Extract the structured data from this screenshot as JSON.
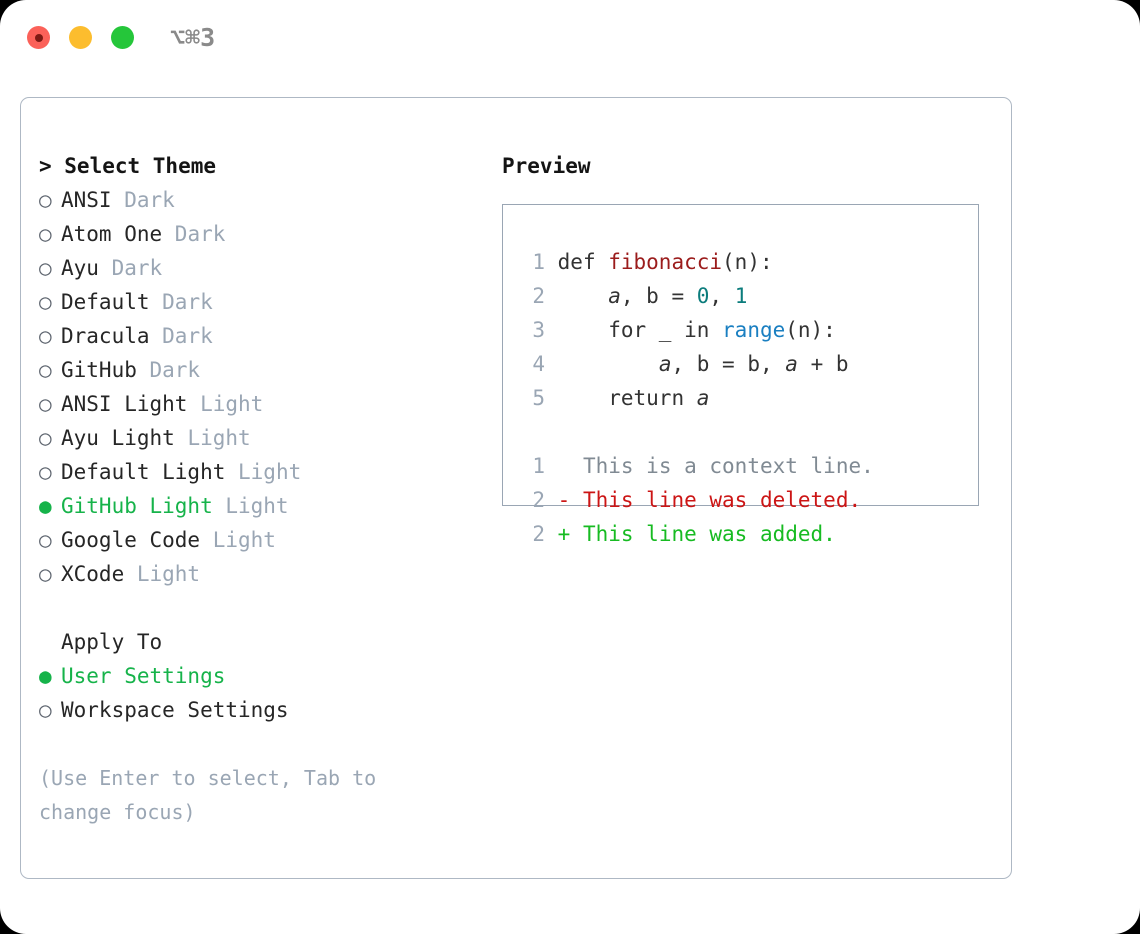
{
  "titlebar": {
    "shortcut_label": "⌥⌘3",
    "lights": [
      {
        "name": "close",
        "color": "#fb6159"
      },
      {
        "name": "minimize",
        "color": "#fcbd2e"
      },
      {
        "name": "maximize",
        "color": "#25c63a"
      }
    ]
  },
  "left": {
    "heading": "> Select Theme",
    "bullet_empty": "○",
    "bullet_filled": "●",
    "themes": [
      {
        "name": "ANSI",
        "kind": "Dark",
        "selected": false
      },
      {
        "name": "Atom One",
        "kind": "Dark",
        "selected": false
      },
      {
        "name": "Ayu",
        "kind": "Dark",
        "selected": false
      },
      {
        "name": "Default",
        "kind": "Dark",
        "selected": false
      },
      {
        "name": "Dracula",
        "kind": "Dark",
        "selected": false
      },
      {
        "name": "GitHub",
        "kind": "Dark",
        "selected": false
      },
      {
        "name": "ANSI Light",
        "kind": "Light",
        "selected": false
      },
      {
        "name": "Ayu Light",
        "kind": "Light",
        "selected": false
      },
      {
        "name": "Default Light",
        "kind": "Light",
        "selected": false
      },
      {
        "name": "GitHub Light",
        "kind": "Light",
        "selected": true
      },
      {
        "name": "Google Code",
        "kind": "Light",
        "selected": false
      },
      {
        "name": "XCode",
        "kind": "Light",
        "selected": false
      }
    ],
    "apply_to_title": "Apply To",
    "apply_to_options": [
      {
        "name": "User Settings",
        "selected": true
      },
      {
        "name": "Workspace Settings",
        "selected": false
      }
    ],
    "hint": "(Use Enter to select, Tab to change focus)"
  },
  "right": {
    "preview_title": "Preview",
    "code_lines": [
      {
        "number": "1",
        "tokens": [
          {
            "text": "def ",
            "style": "kw"
          },
          {
            "text": "fibonacci",
            "style": "fn"
          },
          {
            "text": "(n):",
            "style": "punct"
          }
        ]
      },
      {
        "number": "2",
        "tokens": [
          {
            "text": "    ",
            "style": "kw"
          },
          {
            "text": "a",
            "style": "var"
          },
          {
            "text": ", b = ",
            "style": "kw"
          },
          {
            "text": "0",
            "style": "num"
          },
          {
            "text": ", ",
            "style": "kw"
          },
          {
            "text": "1",
            "style": "num"
          }
        ]
      },
      {
        "number": "3",
        "tokens": [
          {
            "text": "    for _ in ",
            "style": "kw"
          },
          {
            "text": "range",
            "style": "bi"
          },
          {
            "text": "(n):",
            "style": "punct"
          }
        ]
      },
      {
        "number": "4",
        "tokens": [
          {
            "text": "        ",
            "style": "kw"
          },
          {
            "text": "a",
            "style": "var"
          },
          {
            "text": ", b = b, ",
            "style": "kw"
          },
          {
            "text": "a",
            "style": "var"
          },
          {
            "text": " + b",
            "style": "kw"
          }
        ]
      },
      {
        "number": "5",
        "tokens": [
          {
            "text": "    return ",
            "style": "kw"
          },
          {
            "text": "a",
            "style": "var"
          }
        ]
      }
    ],
    "diff_lines": [
      {
        "number": "1",
        "marker": " ",
        "text": " This is a context line.",
        "style": "ctx"
      },
      {
        "number": "2",
        "marker": "-",
        "text": " This line was deleted.",
        "style": "del"
      },
      {
        "number": "2",
        "marker": "+",
        "text": " This line was added.",
        "style": "add"
      }
    ]
  },
  "colors": {
    "accent_green": "#16b34a",
    "muted": "#9aa6b4",
    "border": "#aeb8c4",
    "diff_add": "#17bb22",
    "diff_del": "#cc1515",
    "code_fn": "#9b1c1c",
    "code_num": "#0b7c7c",
    "code_builtin": "#1a7fc1"
  }
}
